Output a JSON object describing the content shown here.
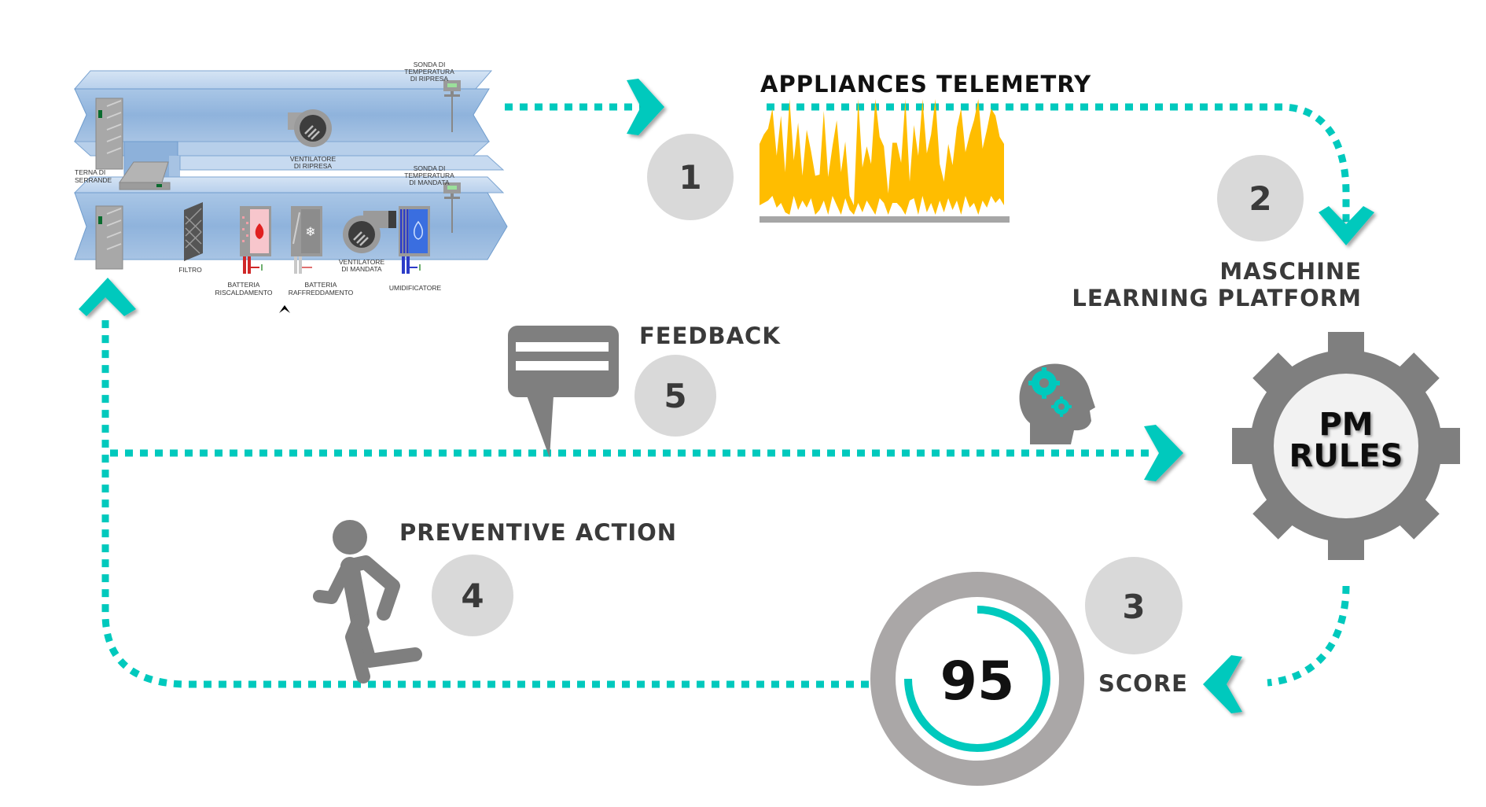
{
  "title": "Predictive maintenance workflow",
  "colors": {
    "accent": "#00c9bd",
    "telemetry": "#ffbd00",
    "icon_gray": "#7f7f7f",
    "step_circle": "#d9d9d9",
    "ring_gray": "#aaa7a7",
    "text": "#3a3a3a"
  },
  "hvac_diagram": {
    "labels": {
      "return_temp_sensor": [
        "SONDA DI",
        "TEMPERATURA",
        "DI RIPRESA"
      ],
      "supply_temp_sensor": [
        "SONDA DI",
        "TEMPERATURA",
        "DI MANDATA"
      ],
      "return_fan": [
        "VENTILATORE",
        "DI RIPRESA"
      ],
      "supply_fan": [
        "VENTILATORE",
        "DI MANDATA"
      ],
      "dampers": [
        "TERNA DI",
        "SERRANDE"
      ],
      "filter": [
        "FILTRO"
      ],
      "heating_coil": [
        "BATTERIA",
        "RISCALDAMENTO"
      ],
      "cooling_coil": [
        "BATTERIA",
        "RAFFREDDAMENTO"
      ],
      "humidifier": [
        "UMIDIFICATORE"
      ]
    }
  },
  "steps": [
    {
      "number": "1",
      "label": "APPLIANCES TELEMETRY"
    },
    {
      "number": "2",
      "label_lines": [
        "MASCHINE",
        "LEARNING PLATFORM"
      ]
    },
    {
      "number": "3",
      "label": "SCORE"
    },
    {
      "number": "4",
      "label": "PREVENTIVE ACTION"
    },
    {
      "number": "5",
      "label": "FEEDBACK"
    }
  ],
  "gear": {
    "lines": [
      "PM",
      "RULES"
    ]
  },
  "score": {
    "value": "95",
    "progress_fraction": 0.75
  },
  "chart_data": {
    "type": "area",
    "title": "APPLIANCES TELEMETRY",
    "xlabel": "",
    "ylabel": "",
    "grid": false,
    "ylim": [
      0,
      100
    ],
    "series": [
      {
        "name": "upper",
        "values": [
          62,
          70,
          75,
          92,
          52,
          86,
          38,
          100,
          48,
          80,
          35,
          74,
          56,
          35,
          36,
          90,
          34,
          60,
          82,
          38,
          64,
          18,
          10,
          100,
          42,
          60,
          45,
          100,
          68,
          60,
          20,
          63,
          63,
          46,
          100,
          30,
          78,
          52,
          100,
          54,
          70,
          100,
          45,
          30,
          62,
          44,
          76,
          92,
          55,
          70,
          82,
          100,
          58,
          74,
          92,
          86,
          68,
          62
        ]
      },
      {
        "name": "lower",
        "values": [
          10,
          12,
          14,
          18,
          8,
          12,
          4,
          2,
          18,
          6,
          14,
          8,
          16,
          2,
          6,
          14,
          2,
          18,
          10,
          2,
          16,
          6,
          2,
          12,
          4,
          14,
          8,
          2,
          16,
          12,
          2,
          12,
          12,
          8,
          2,
          14,
          16,
          2,
          18,
          4,
          12,
          2,
          14,
          4,
          16,
          6,
          14,
          2,
          18,
          8,
          12,
          2,
          14,
          8,
          18,
          12,
          16,
          10
        ]
      }
    ]
  }
}
